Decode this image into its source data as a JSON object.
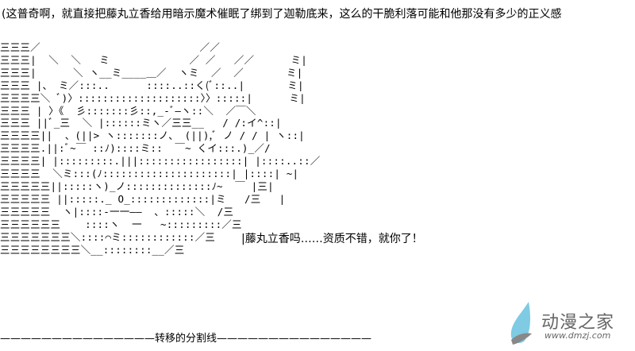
{
  "header": {
    "text": "(这普奇啊，就直接把藤丸立香给用暗示魔术催眠了绑到了迦勒底来，这么的干脆利落可能和他那没有多少的正义感"
  },
  "art": {
    "lines": [
      "三三三／                          ／／",
      "三三三|  ＼  ＼   ミ             ／ ／   ／／      ミ|",
      "三三三|      ＼ ヽ__ミ____＿／  ヽミ  ／  ／       ミ|",
      "三三三 |、 ミ／:::..      ::::..::く(ﾞ::..|       ミ|",
      "三三三三＼ ﾞ)〉::::::::::::::::::::〉〉:::::|      ミ|",
      "三三三 | 〉《  彡:::::::彡::,_-ﾞ—ヽ::＼  ／￣＼",
      "三三三 ||ﾞ_三  ＼ |::::::ミヽ／三三__   / /:イ^::|",
      "三三三三||  、(||> ヽ:::::::ノ、 (||),ﾞ ノ / / | ヽ::|",
      "三三三三.||:ﾞ~￣ ::ﾉ)::::ミ::  ￣~ くイ:::.)_／/",
      "三三三三| |:::::::::.|||:::::::::::::::::| |::::..::／",
      "三三三三  ＼ミ:::(ﾉ:::::::::::::::::::::| |::::| ~|",
      "三三三三三||:::::ヽ)_ノ::::::::::::::ﾉ~  ￣ |三|",
      "三三三三三 ||:::::._ O_:::::::::::::|ミ   /三   |",
      "三三三三三  ヽ|::::-一一——  、:::::＼  /三",
      "三三三三三三    ::::ヽ  一   ~:::::::::／三",
      "三三三三三三三＼::::⌒ミ::::::::::::／三",
      "三三三三三三三三＼__::::::::__／三"
    ]
  },
  "dialogue": {
    "text": "|藤丸立香吗……资质不错，就你了！"
  },
  "divider": {
    "text": "———————————————转移的分割线———————————————"
  },
  "watermark": {
    "title": "动漫之家",
    "url": "www.dmzj.com",
    "color": "#7ecbe3"
  }
}
